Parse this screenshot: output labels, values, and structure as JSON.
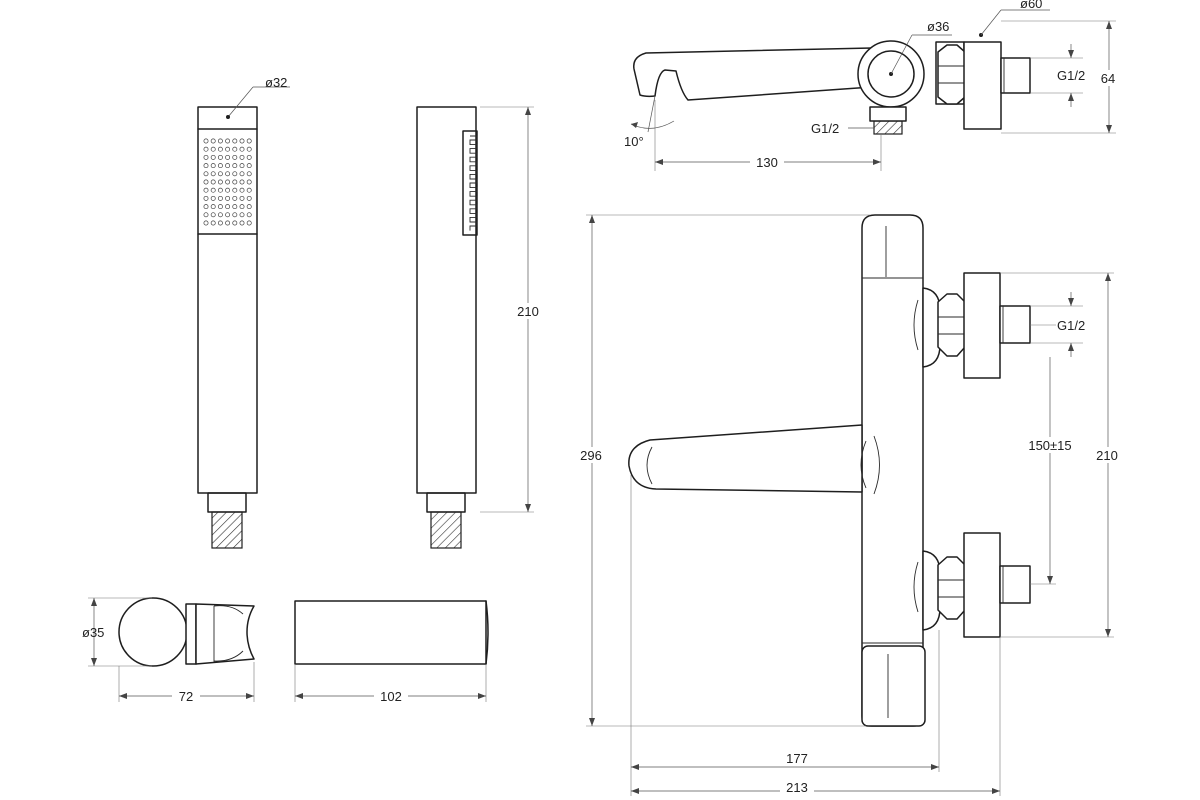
{
  "drawing": {
    "handshower_front": {
      "diameter_label": "ø32"
    },
    "handshower_side": {
      "length_label": "210"
    },
    "holder_bracket": {
      "diameter_label": "ø35",
      "width_label": "72"
    },
    "holder_side": {
      "length_label": "102"
    },
    "spout_top_view": {
      "diameter_knob_label": "ø36",
      "diameter_flange_label": "ø60",
      "thread_inlet_label": "G1/2",
      "thread_outlet_label": "G1/2",
      "height_label": "64",
      "angle_label": "10°",
      "spout_length_label": "130"
    },
    "mixer_front_view": {
      "height_label": "296",
      "thread_label": "G1/2",
      "centers_label": "150±15",
      "inlet_height_label": "210",
      "depth_label": "177",
      "total_depth_label": "213"
    }
  }
}
